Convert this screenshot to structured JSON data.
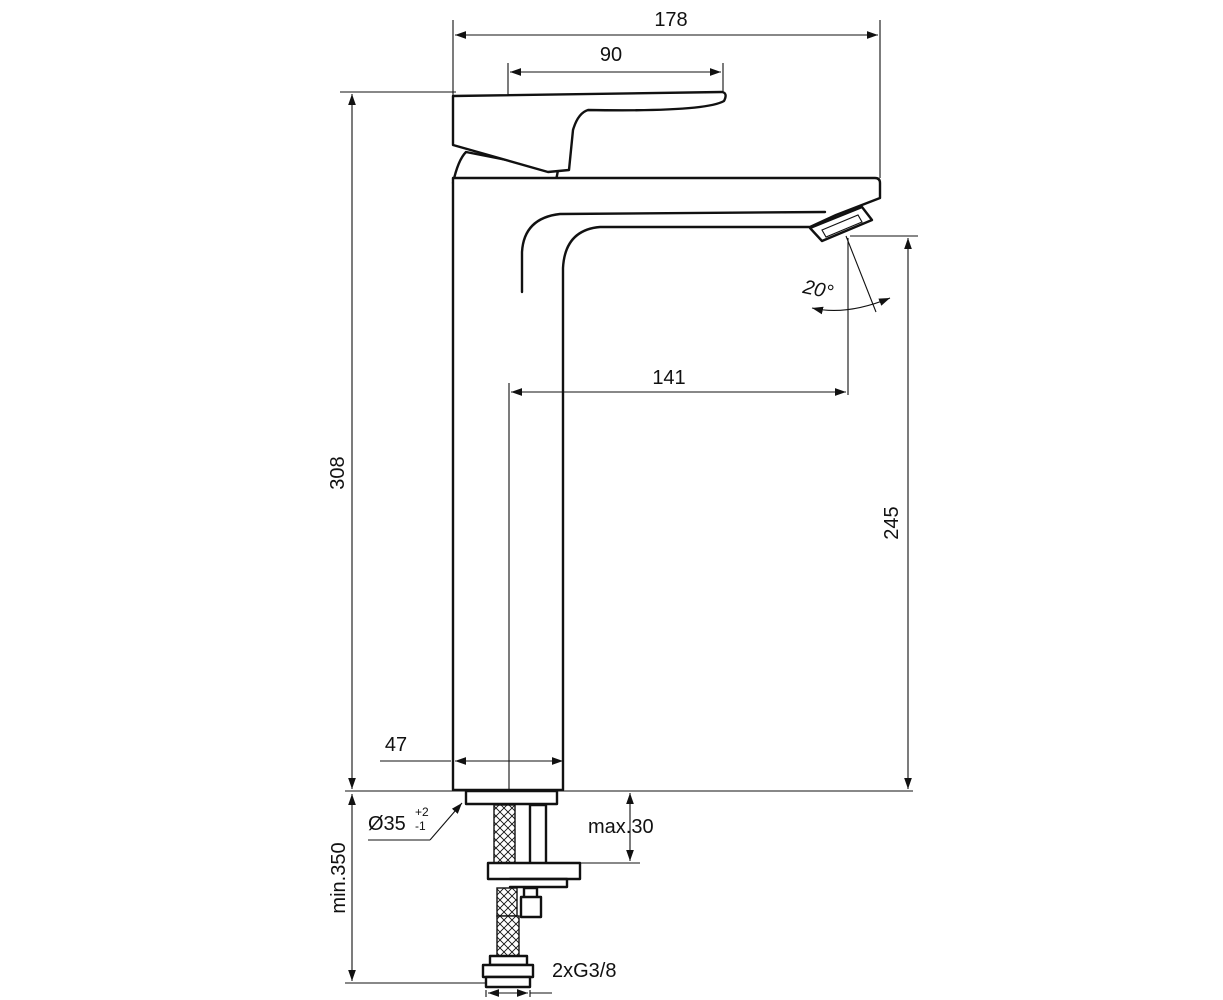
{
  "dimensions": {
    "overall_width": "178",
    "handle_width": "90",
    "total_height": "308",
    "spout_reach": "141",
    "spout_height": "245",
    "body_width": "47",
    "swivel_angle": "20°",
    "hole_diameter": "Ø35",
    "hole_tol_plus": "+2",
    "hole_tol_minus": "-1",
    "max_deck": "max.30",
    "hose_length": "min.350",
    "connection": "2xG3/8"
  },
  "colors": {
    "line": "#111111",
    "background": "#ffffff"
  }
}
